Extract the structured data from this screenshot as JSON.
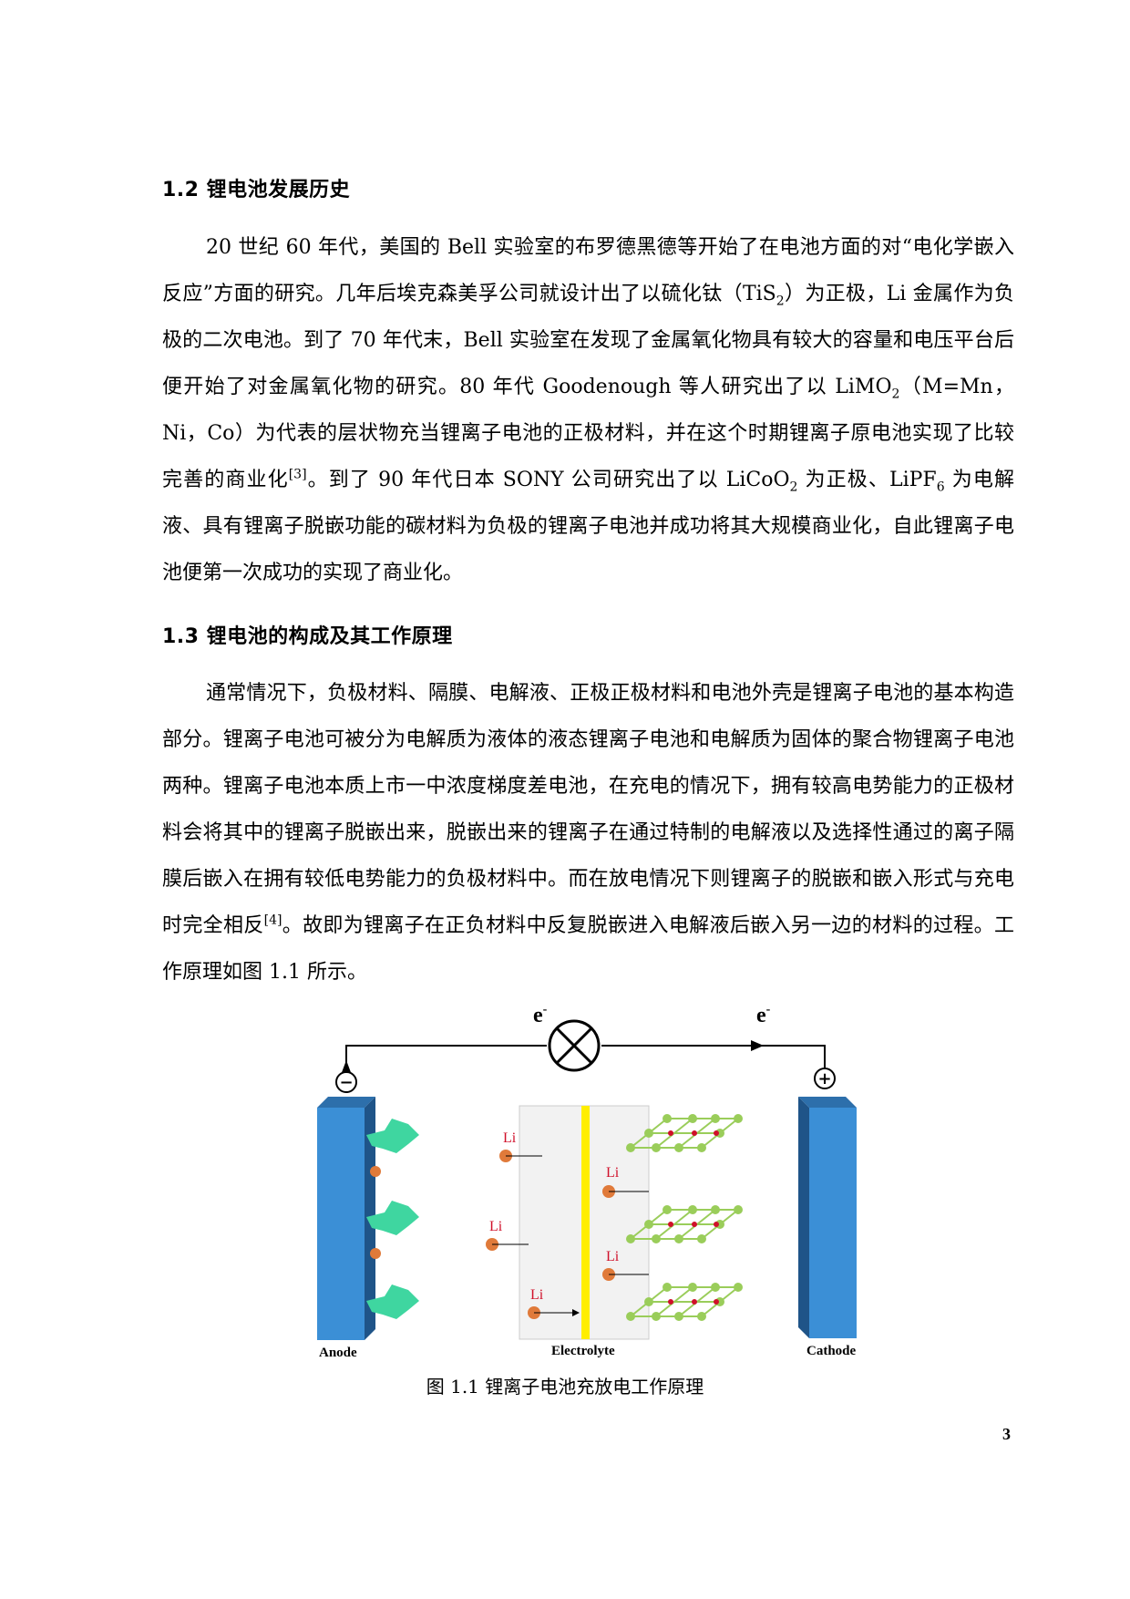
{
  "section_1_2": {
    "heading": "1.2  锂电池发展历史",
    "p1": {
      "t1": "20 世纪 60 年代，美国的 Bell 实验室的布罗德黑德等开始了在电池方面的对“电化学嵌入反应”方面的研究。几年后埃克森美孚公司就设计出了以硫化钛（TiS",
      "sub1": "2",
      "t2": "）为正极，Li 金属作为负极的二次电池。到了 70 年代末，Bell 实验室在发现了金属氧化物具有较大的容量和电压平台后便开始了对金属氧化物的研究。80 年代 Goodenough 等人研究出了以 LiMO",
      "sub2": "2",
      "t3": "（M=Mn，Ni，Co）为代表的层状物充当锂离子电池的正极材料，并在这个时期锂离子原电池实现了比较完善的商业化",
      "ref": "[3]",
      "t4": "。到了 90 年代日本 SONY 公司研究出了以 LiCoO",
      "sub3": "2",
      "t5": " 为正极、LiPF",
      "sub4": "6",
      "t6": " 为电解液、具有锂离子脱嵌功能的碳材料为负极的锂离子电池并成功将其大规模商业化，自此锂离子电池便第一次成功的实现了商业化。"
    }
  },
  "section_1_3": {
    "heading": "1.3  锂电池的构成及其工作原理",
    "p1": {
      "t1": "通常情况下，负极材料、隔膜、电解液、正极正极材料和电池外壳是锂离子电池的基本构造部分。锂离子电池可被分为电解质为液体的液态锂离子电池和电解质为固体的聚合物锂离子电池两种。锂离子电池本质上市一中浓度梯度差电池，在充电的情况下，拥有较高电势能力的正极材料会将其中的锂离子脱嵌出来，脱嵌出来的锂离子在通过特制的电解液以及选择性通过的离子隔膜后嵌入在拥有较低电势能力的负极材料中。而在放电情况下则锂离子的脱嵌和嵌入形式与充电时完全相反",
      "ref": "[4]",
      "t2": "。故即为锂离子在正负材料中反复脱嵌进入电解液后嵌入另一边的材料的过程。工作原理如图 1.1 所示。"
    }
  },
  "figure": {
    "electron_left": "e",
    "electron_right": "e",
    "electron_sup": "-",
    "minus_sign": "−",
    "plus_sign": "+",
    "li_label": "Li",
    "anode_label": "Anode",
    "electrolyte_label": "Electrolyte",
    "cathode_label": "Cathode",
    "caption": "图 1.1    锂离子电池充放电工作原理",
    "colors": {
      "electrode": "#3b8fd6",
      "separator": "#ffee00",
      "li_ion": "#e07a3a",
      "li_text": "#d0102a",
      "anode_crystal": "#3fd6a0",
      "cathode_lattice": "#9acd5a"
    }
  },
  "page_number": "3"
}
